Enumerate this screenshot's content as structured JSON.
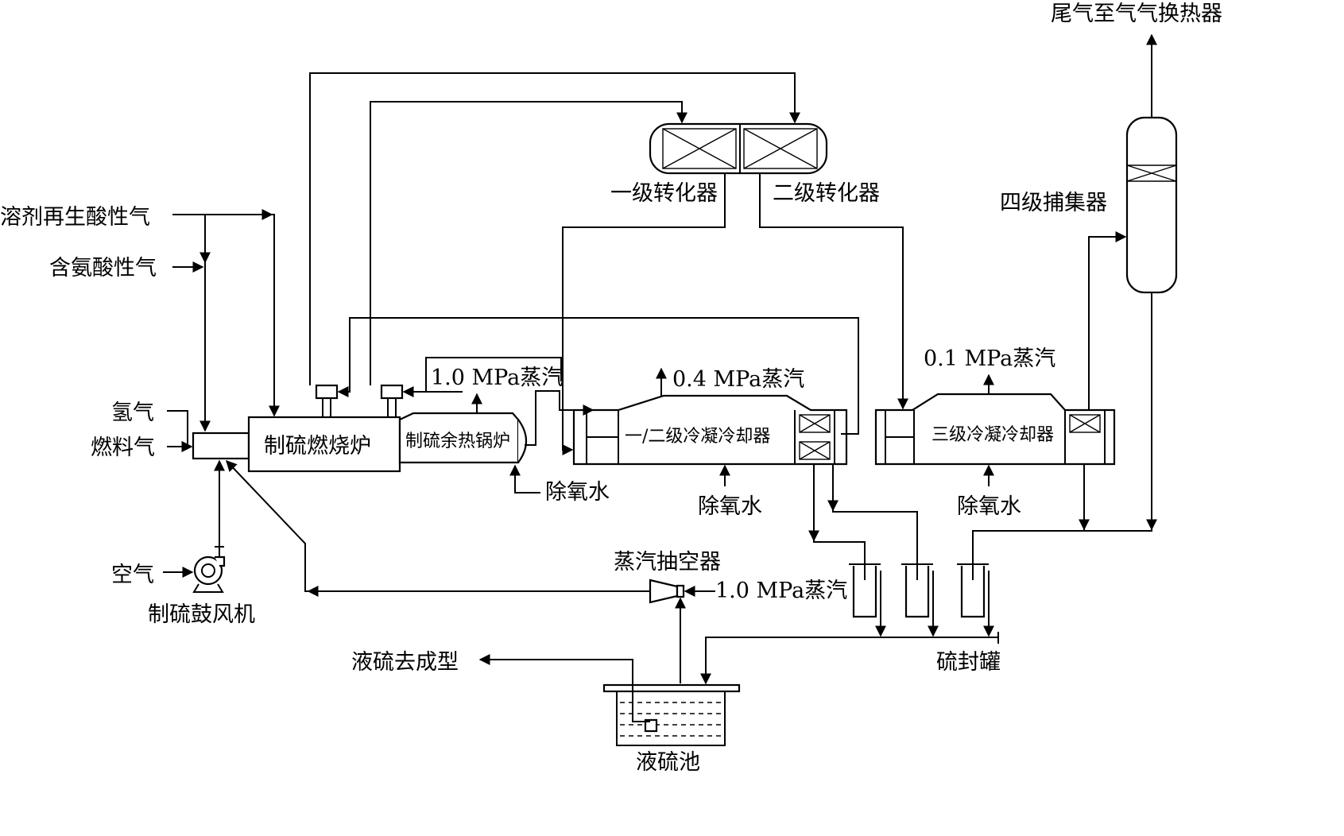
{
  "labels": {
    "tail_gas": "尾气至气气换热器",
    "solvent_acid_gas": "溶剂再生酸性气",
    "ammonia_acid_gas": "含氨酸性气",
    "hydrogen": "氢气",
    "fuel_gas": "燃料气",
    "air": "空气",
    "blower": "制硫鼓风机",
    "furnace": "制硫燃烧炉",
    "waste_heat_boiler": "制硫余热锅炉",
    "condenser_12": "一/二级冷凝冷却器",
    "condenser_3": "三级冷凝冷却器",
    "converter_1": "一级转化器",
    "converter_2": "二级转化器",
    "coalescer_4": "四级捕集器",
    "steam_1_0": "1.0 MPa蒸汽",
    "steam_0_4": "0.4 MPa蒸汽",
    "steam_0_1": "0.1 MPa蒸汽",
    "deaerated_water_1": "除氧水",
    "deaerated_water_2": "除氧水",
    "deaerated_water_3": "除氧水",
    "ejector": "蒸汽抽空器",
    "ejector_steam": "1.0 MPa蒸汽",
    "liquid_sulfur_to_forming": "液硫去成型",
    "sulfur_seal_tank": "硫封罐",
    "liquid_sulfur_pit": "液硫池"
  }
}
